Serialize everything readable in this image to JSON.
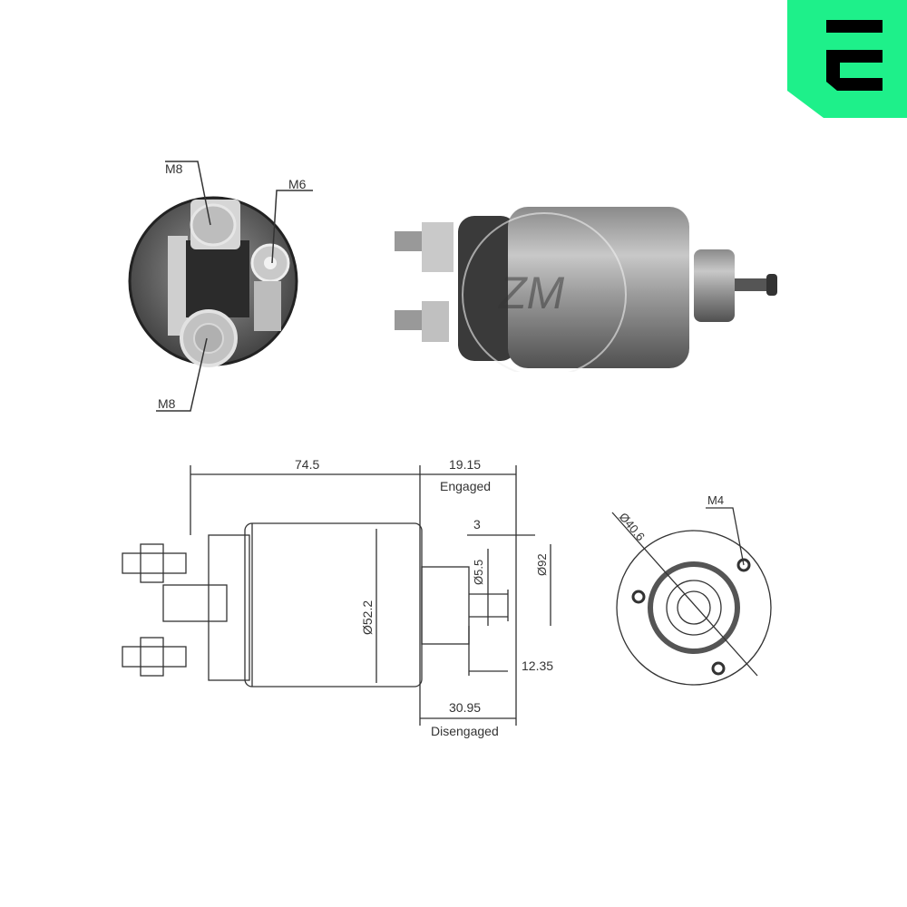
{
  "brand": {
    "logo_letter": "E",
    "color": "#1ef08a",
    "ink": "#000000"
  },
  "photo_end_view": {
    "labels": {
      "top_terminal": "M8",
      "small_terminal": "M6",
      "bottom_terminal": "M8"
    }
  },
  "photo_side_view": {
    "watermark": "ZM"
  },
  "drawing_side": {
    "overall_length": "74.5",
    "engaged_label": "Engaged",
    "engaged_value": "19.15",
    "disengaged_label": "Disengaged",
    "disengaged_value": "30.95",
    "body_diameter": "Ø52.2",
    "plunger_offset": "3",
    "plunger_diameter": "Ø5.5",
    "head_diameter": "Ø92",
    "plunger_length": "12.35"
  },
  "drawing_end": {
    "bolt_circle": "Ø40.6",
    "mount_thread": "M4"
  }
}
